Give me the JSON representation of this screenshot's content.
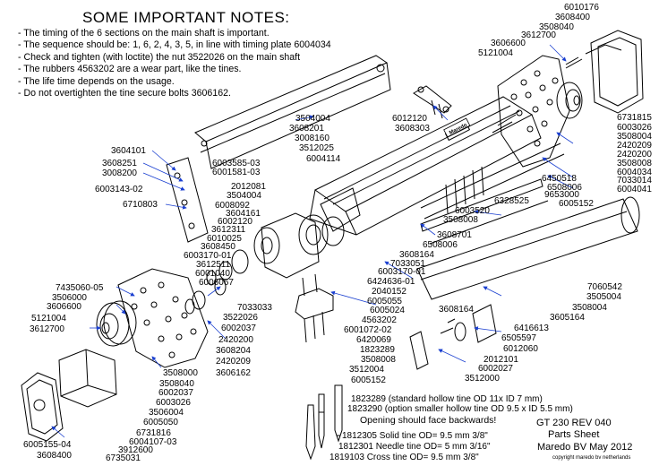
{
  "notes": {
    "title": "SOME  IMPORTANT NOTES:",
    "lines": [
      "- The timing of the 6 sections on the main shaft is important.",
      "- The sequence should be: 1, 6, 2, 4, 3, 5, in line with timing plate 6004034",
      "- Check and tighten (with loctite) the nut 3522026 on the main shaft",
      "- The rubbers 4563202 are a wear part, like the tines.",
      "- The life time depends on the usage.",
      "- Do not overtighten the tine secure bolts 3606162."
    ]
  },
  "parts": [
    {
      "id": "p01",
      "label": "6010176"
    },
    {
      "id": "p02",
      "label": "3608400"
    },
    {
      "id": "p03",
      "label": "3508040"
    },
    {
      "id": "p04",
      "label": "3612700"
    },
    {
      "id": "p05",
      "label": "3606600"
    },
    {
      "id": "p06",
      "label": "5121004"
    },
    {
      "id": "p07",
      "label": "6731815"
    },
    {
      "id": "p08",
      "label": "6003026"
    },
    {
      "id": "p09",
      "label": "3508004"
    },
    {
      "id": "p10",
      "label": "2420209"
    },
    {
      "id": "p11",
      "label": "2420200"
    },
    {
      "id": "p12",
      "label": "3508008"
    },
    {
      "id": "p13",
      "label": "6004034"
    },
    {
      "id": "p14",
      "label": "7033014"
    },
    {
      "id": "p15",
      "label": "6004041"
    },
    {
      "id": "p16",
      "label": "3504004"
    },
    {
      "id": "p17",
      "label": "6012120"
    },
    {
      "id": "p18",
      "label": "3608201"
    },
    {
      "id": "p19",
      "label": "3608303"
    },
    {
      "id": "p20",
      "label": "3008160"
    },
    {
      "id": "p21",
      "label": "3512025"
    },
    {
      "id": "p22",
      "label": "6004114"
    },
    {
      "id": "p23",
      "label": "3604101"
    },
    {
      "id": "p24",
      "label": "3608251"
    },
    {
      "id": "p25",
      "label": "3008200"
    },
    {
      "id": "p26",
      "label": "6003585-03"
    },
    {
      "id": "p27",
      "label": "6001581-03"
    },
    {
      "id": "p28",
      "label": "6003143-02"
    },
    {
      "id": "p29",
      "label": "2012081"
    },
    {
      "id": "p30",
      "label": "3504004"
    },
    {
      "id": "p31",
      "label": "6710803"
    },
    {
      "id": "p32",
      "label": "6008092"
    },
    {
      "id": "p33",
      "label": "3604161"
    },
    {
      "id": "p34",
      "label": "6002120"
    },
    {
      "id": "p35",
      "label": "3612311"
    },
    {
      "id": "p36",
      "label": "6010025"
    },
    {
      "id": "p37",
      "label": "3608450"
    },
    {
      "id": "p38",
      "label": "6003170-01"
    },
    {
      "id": "p39",
      "label": "3612511"
    },
    {
      "id": "p40",
      "label": "6001040"
    },
    {
      "id": "p41",
      "label": "6006067"
    },
    {
      "id": "p42",
      "label": "6450518"
    },
    {
      "id": "p43",
      "label": "6508006"
    },
    {
      "id": "p44",
      "label": "9653000"
    },
    {
      "id": "p45",
      "label": "6328525"
    },
    {
      "id": "p46",
      "label": "6003520"
    },
    {
      "id": "p47",
      "label": "6005152"
    },
    {
      "id": "p48",
      "label": "3508008"
    },
    {
      "id": "p49",
      "label": "3608701"
    },
    {
      "id": "p50",
      "label": "6508006"
    },
    {
      "id": "p51",
      "label": "3608164"
    },
    {
      "id": "p52",
      "label": "7033051"
    },
    {
      "id": "p53",
      "label": "6003170-01"
    },
    {
      "id": "p54",
      "label": "6424636-01"
    },
    {
      "id": "p55",
      "label": "2040152"
    },
    {
      "id": "p56",
      "label": "6005055"
    },
    {
      "id": "p57",
      "label": "6005024"
    },
    {
      "id": "p58",
      "label": "4563202"
    },
    {
      "id": "p59",
      "label": "6001072-02"
    },
    {
      "id": "p60",
      "label": "6420069"
    },
    {
      "id": "p61",
      "label": "1823289"
    },
    {
      "id": "p62",
      "label": "3508008"
    },
    {
      "id": "p63",
      "label": "3512004"
    },
    {
      "id": "p64",
      "label": "6005152"
    },
    {
      "id": "p65",
      "label": "3608164"
    },
    {
      "id": "p66",
      "label": "7060542"
    },
    {
      "id": "p67",
      "label": "3505004"
    },
    {
      "id": "p68",
      "label": "3508004"
    },
    {
      "id": "p69",
      "label": "3605164"
    },
    {
      "id": "p70",
      "label": "6416613"
    },
    {
      "id": "p71",
      "label": "6505597"
    },
    {
      "id": "p72",
      "label": "6012060"
    },
    {
      "id": "p73",
      "label": "2012101"
    },
    {
      "id": "p74",
      "label": "6002027"
    },
    {
      "id": "p75",
      "label": "3512000"
    },
    {
      "id": "p76",
      "label": "7435060-05"
    },
    {
      "id": "p77",
      "label": "3506000"
    },
    {
      "id": "p78",
      "label": "3606600"
    },
    {
      "id": "p79",
      "label": "5121004"
    },
    {
      "id": "p80",
      "label": "3612700"
    },
    {
      "id": "p81",
      "label": "7033033"
    },
    {
      "id": "p82",
      "label": "3522026"
    },
    {
      "id": "p83",
      "label": "6002037"
    },
    {
      "id": "p84",
      "label": "2420200"
    },
    {
      "id": "p85",
      "label": "3608204"
    },
    {
      "id": "p86",
      "label": "2420209"
    },
    {
      "id": "p87",
      "label": "3606162"
    },
    {
      "id": "p88",
      "label": "3508000"
    },
    {
      "id": "p89",
      "label": "3508040"
    },
    {
      "id": "p90",
      "label": "6002037"
    },
    {
      "id": "p91",
      "label": "6003026"
    },
    {
      "id": "p92",
      "label": "3506004"
    },
    {
      "id": "p93",
      "label": "6005050"
    },
    {
      "id": "p94",
      "label": "6731816"
    },
    {
      "id": "p95",
      "label": "6004107-03"
    },
    {
      "id": "p96",
      "label": "3912600"
    },
    {
      "id": "p97",
      "label": "6005155-04"
    },
    {
      "id": "p98",
      "label": "3608400"
    },
    {
      "id": "p99",
      "label": "6735031"
    }
  ],
  "tine_legend": {
    "l1": "1823289 (standard hollow tine OD 11x ID 7 mm)",
    "l2": "1823290 (option smaller hollow tine OD 9.5 x ID 5.5 mm)",
    "warning": "Opening should face backwards!",
    "l3": "1812305 Solid tine OD= 9.5 mm  3/8\"",
    "l4": "1812301 Needle tine OD= 5 mm  3/16\"",
    "l5": "1819103 Cross tine OD= 9.5 mm  3/8\""
  },
  "sheet": {
    "line1": "GT 230  REV 040",
    "line2": "Parts Sheet",
    "line3": "Maredo BV  May 2012",
    "copyright": "copyright maredo bv netherlands",
    "logo": "Maredo"
  }
}
